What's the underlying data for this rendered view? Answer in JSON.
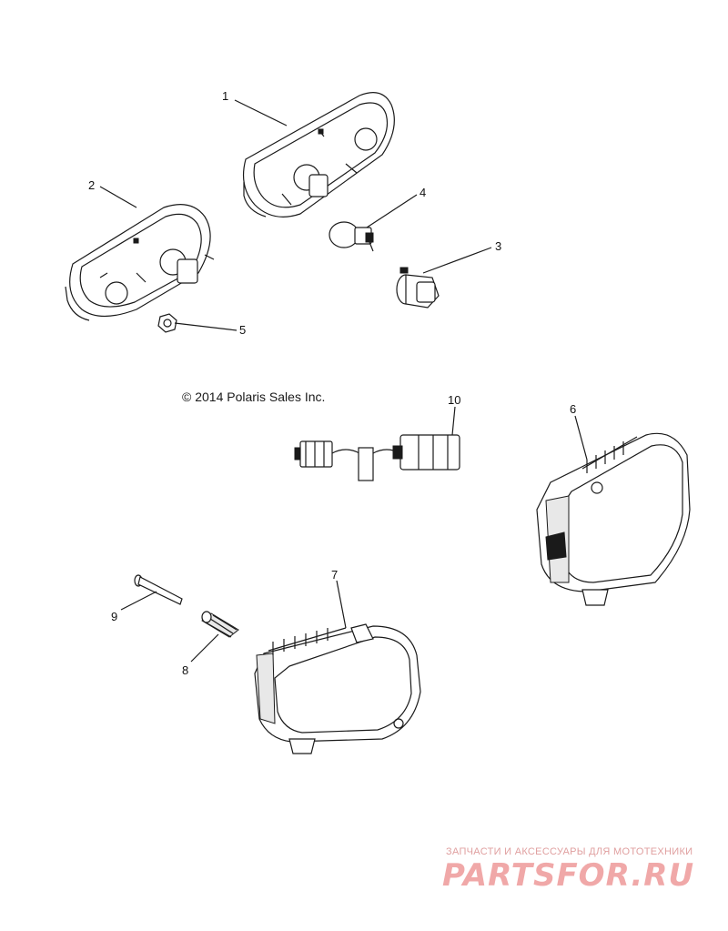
{
  "diagram": {
    "copyright": "© 2014 Polaris Sales Inc.",
    "callouts": [
      {
        "id": "1",
        "label": "1"
      },
      {
        "id": "2",
        "label": "2"
      },
      {
        "id": "3",
        "label": "3"
      },
      {
        "id": "4",
        "label": "4"
      },
      {
        "id": "5",
        "label": "5"
      },
      {
        "id": "6",
        "label": "6"
      },
      {
        "id": "7",
        "label": "7"
      },
      {
        "id": "8",
        "label": "8"
      },
      {
        "id": "9",
        "label": "9"
      },
      {
        "id": "10",
        "label": "10"
      }
    ]
  },
  "watermark": {
    "tagline": "ЗАПЧАСТИ И АКСЕССУАРЫ ДЛЯ МОТОТЕХНИКИ",
    "logo": "PARTSFOR.RU",
    "color": "#f0a8a8"
  }
}
